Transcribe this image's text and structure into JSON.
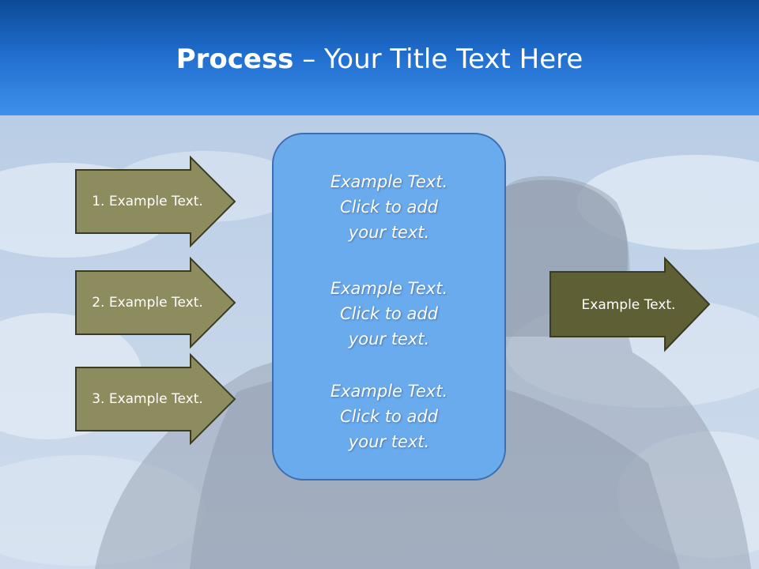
{
  "slide": {
    "title_bold": "Process",
    "title_rest": " – Your Title Text Here"
  },
  "inputs": [
    {
      "label": "1. Example Text."
    },
    {
      "label": "2. Example Text."
    },
    {
      "label": "3. Example Text."
    }
  ],
  "center": {
    "blocks": [
      {
        "line1": "Example Text.",
        "line2": "Click  to add",
        "line3": "your text."
      },
      {
        "line1": "Example Text.",
        "line2": "Click  to add",
        "line3": "your text."
      },
      {
        "line1": "Example Text.",
        "line2": "Click  to add",
        "line3": "your text."
      }
    ]
  },
  "output": {
    "label": "Example Text."
  },
  "colors": {
    "header_dark": "#0d4a96",
    "header_light": "#3e90ec",
    "input_arrow": "#8c8c5e",
    "output_arrow": "#5f5f35",
    "arrow_border": "#3b3b22",
    "center_fill": "#6aabee",
    "center_border": "#3e6fb0"
  }
}
